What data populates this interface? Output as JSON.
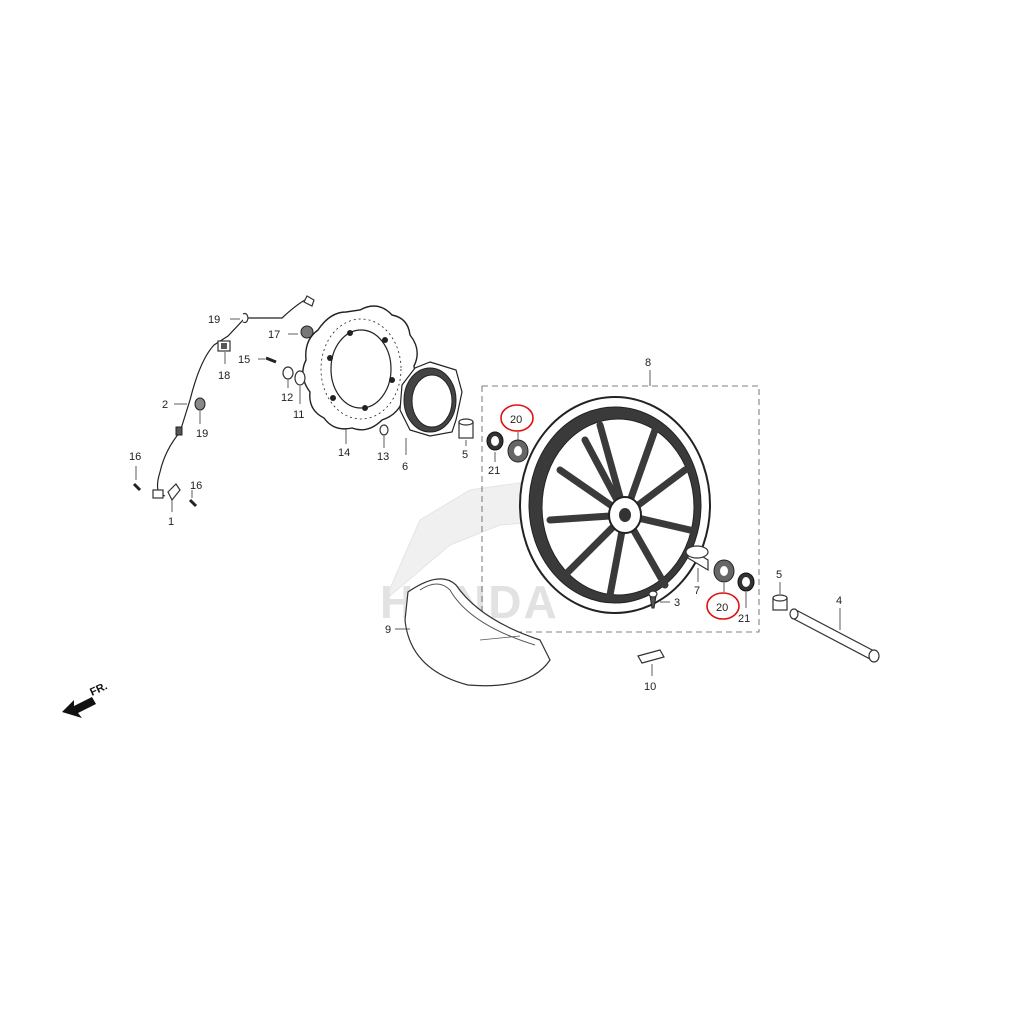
{
  "diagram": {
    "direction_label": "FR.",
    "watermark": "HONDA",
    "highlight_color": "#dd1111",
    "part_labels": {
      "p1": "1",
      "p2": "2",
      "p3": "3",
      "p4": "4",
      "p5a": "5",
      "p5b": "5",
      "p6": "6",
      "p7": "7",
      "p8": "8",
      "p9": "9",
      "p10": "10",
      "p11": "11",
      "p12": "12",
      "p13": "13",
      "p14": "14",
      "p15": "15",
      "p16a": "16",
      "p16b": "16",
      "p17": "17",
      "p18": "18",
      "p19a": "19",
      "p19b": "19",
      "p20a": "20",
      "p20b": "20",
      "p21a": "21",
      "p21b": "21"
    }
  }
}
